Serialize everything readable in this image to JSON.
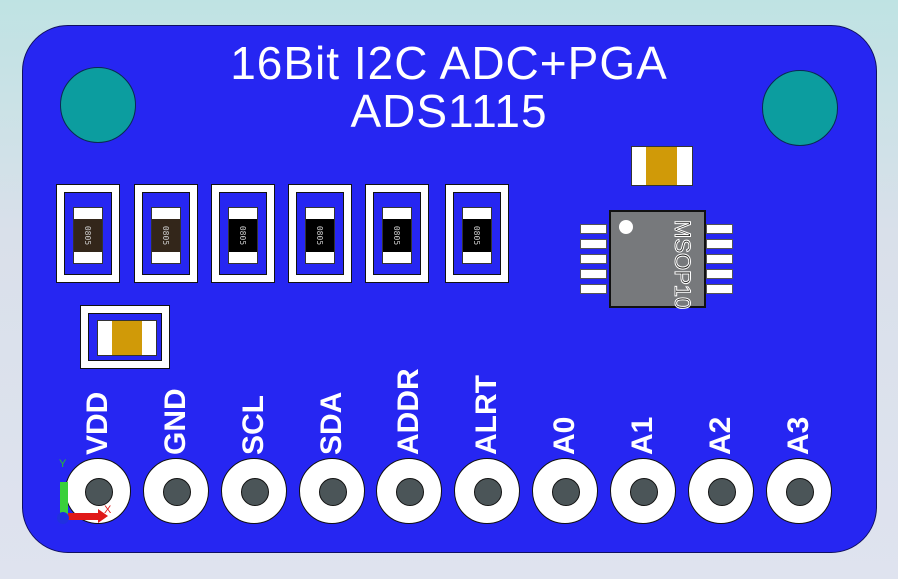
{
  "board": {
    "title_line1": "16Bit   I2C   ADC+PGA",
    "title_line2": "ADS1115",
    "color": "#2626f2"
  },
  "resistors": [
    "0805",
    "0805",
    "0805",
    "0805",
    "0805",
    "0805"
  ],
  "ic": {
    "label": "MSOP10"
  },
  "pins": [
    "VDD",
    "GND",
    "SCL",
    "SDA",
    "ADDR",
    "ALRT",
    "A0",
    "A1",
    "A2",
    "A3"
  ],
  "axes": {
    "x": "X",
    "y": "Y"
  }
}
